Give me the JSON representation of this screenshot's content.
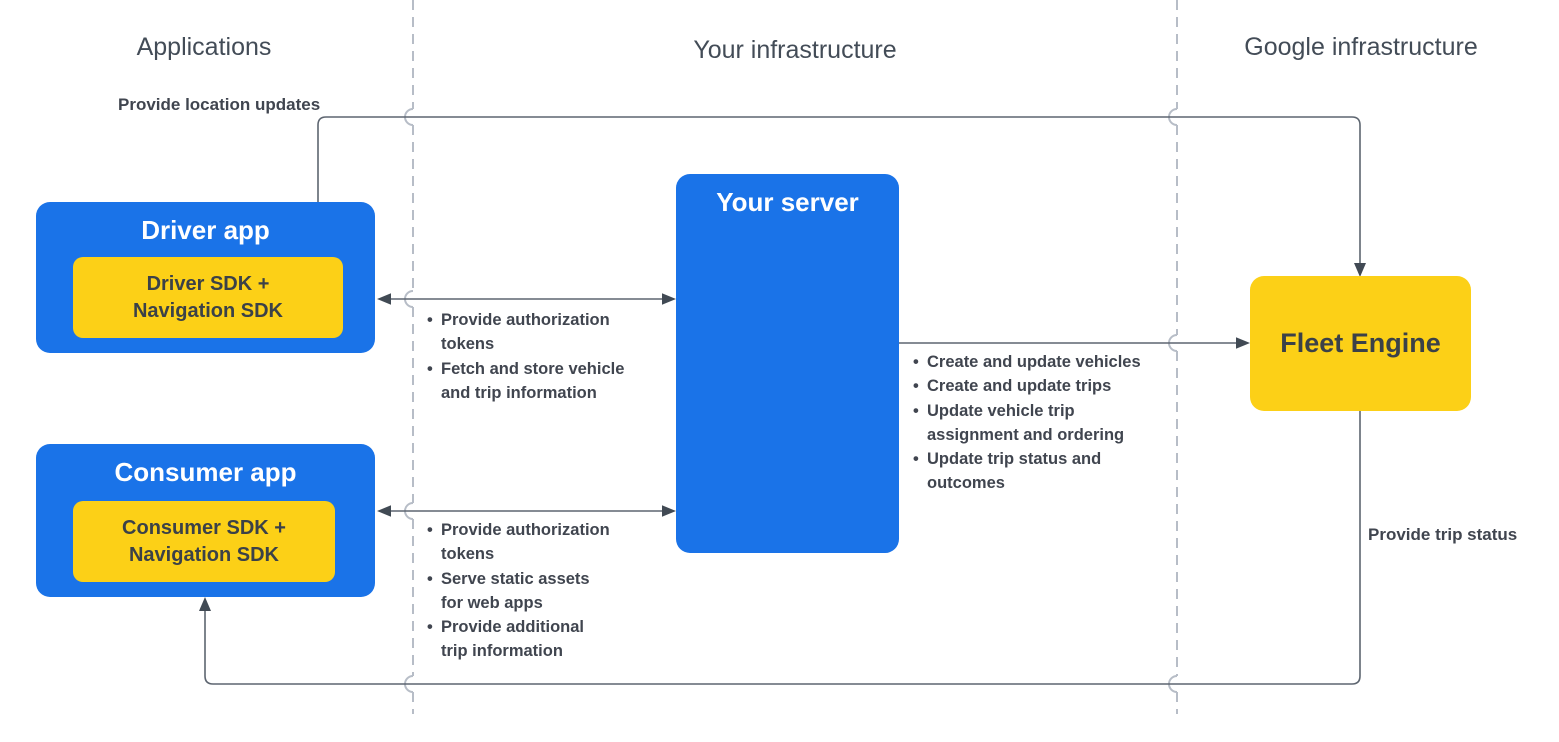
{
  "lanes": {
    "applications": "Applications",
    "your_infrastructure": "Your infrastructure",
    "google_infrastructure": "Google infrastructure"
  },
  "nodes": {
    "driver_app": {
      "title": "Driver app",
      "sdk_lines": [
        "Driver SDK +",
        "Navigation SDK"
      ]
    },
    "consumer_app": {
      "title": "Consumer app",
      "sdk_lines": [
        "Consumer SDK +",
        "Navigation SDK"
      ]
    },
    "your_server": {
      "title": "Your server"
    },
    "fleet_engine": {
      "title": "Fleet Engine"
    }
  },
  "edges": {
    "provide_location_updates": "Provide location updates",
    "provide_trip_status": "Provide trip status",
    "driver_server_notes": [
      [
        "Provide authorization",
        "tokens"
      ],
      [
        "Fetch and store vehicle",
        "and trip information"
      ]
    ],
    "consumer_server_notes": [
      [
        "Provide authorization",
        "tokens"
      ],
      [
        "Serve static assets",
        "for web apps"
      ],
      [
        "Provide additional",
        "trip information"
      ]
    ],
    "server_fleet_notes": [
      [
        "Create and update vehicles"
      ],
      [
        "Create and update trips"
      ],
      [
        "Update vehicle trip",
        "assignment and ordering"
      ],
      [
        "Update trip status and",
        "outcomes"
      ]
    ]
  },
  "colors": {
    "blue": "#1a73e8",
    "yellow": "#fcd017",
    "box_text": "#3b4148",
    "text": "#40454f",
    "heading": "#434c57",
    "connector": "#5d6570",
    "arrowhead": "#414a54",
    "divider": "#b7bdc7"
  }
}
